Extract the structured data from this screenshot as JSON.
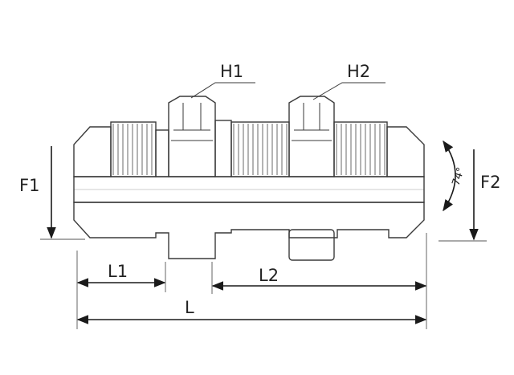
{
  "labels": {
    "h1": "H1",
    "h2": "H2",
    "f1": "F1",
    "f2": "F2",
    "l1": "L1",
    "l2": "L2",
    "l": "L",
    "angle": "74°"
  },
  "colors": {
    "body_fill": "#d6d6d6",
    "thread_fill": "#c6c6c6",
    "bore_fill": "#c8c8c8",
    "line": "#3a3a3a",
    "hatch": "#444444"
  }
}
